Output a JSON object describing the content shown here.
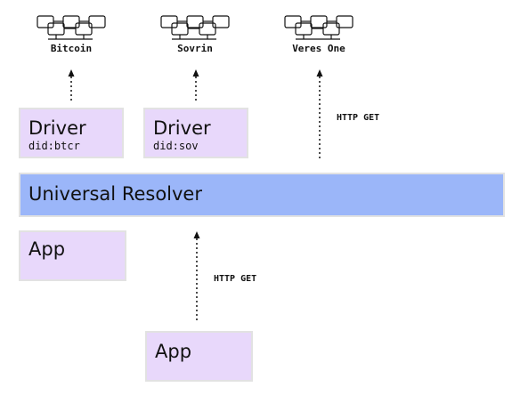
{
  "colors": {
    "driver_fill": "#e8d8fb",
    "app_fill": "#e8d8fb",
    "resolver_fill": "#9bb6f9",
    "box_border": "#e2e2e2",
    "line": "#111111"
  },
  "icons": [
    "network-icon"
  ],
  "networks": [
    {
      "label": "Bitcoin"
    },
    {
      "label": "Sovrin"
    },
    {
      "label": "Veres One"
    }
  ],
  "drivers": [
    {
      "title": "Driver",
      "method": "did:btcr"
    },
    {
      "title": "Driver",
      "method": "did:sov"
    }
  ],
  "resolver": {
    "title": "Universal Resolver"
  },
  "apps": [
    {
      "title": "App"
    },
    {
      "title": "App"
    }
  ],
  "http": {
    "driver_label": "HTTP GET",
    "app_label": "HTTP GET"
  }
}
